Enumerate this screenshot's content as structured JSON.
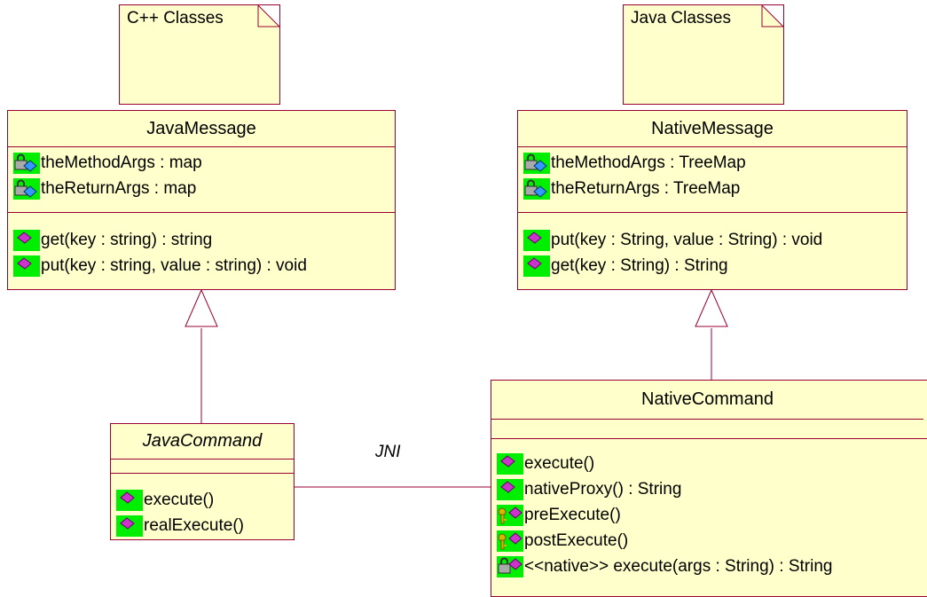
{
  "notes": {
    "cpp": "C++ Classes",
    "java": "Java Classes"
  },
  "association_label": "JNI",
  "java_message": {
    "name": "JavaMessage",
    "attributes": [
      "theMethodArgs : map",
      "theReturnArgs : map"
    ],
    "operations": [
      "get(key : string) : string",
      "put(key : string, value : string) : void"
    ]
  },
  "native_message": {
    "name": "NativeMessage",
    "attributes": [
      "theMethodArgs : TreeMap",
      "theReturnArgs : TreeMap"
    ],
    "operations": [
      "put(key : String, value : String) : void",
      "get(key : String) : String"
    ]
  },
  "java_command": {
    "name": "JavaCommand",
    "operations": [
      "execute()",
      "realExecute()"
    ]
  },
  "native_command": {
    "name": "NativeCommand",
    "operations": [
      "execute()",
      "nativeProxy() : String",
      "preExecute()",
      "postExecute()",
      "<<native>> execute(args : String) : String"
    ]
  },
  "colors": {
    "box_fill": "#ffffcc",
    "box_border": "#990033",
    "icon_bg": "#00ee00",
    "public_icon": "#cc33cc",
    "protected_key": "#d4b800"
  },
  "icons": {
    "private_attribute": "lock-attribute-icon",
    "public_operation": "public-operation-icon",
    "protected_operation": "key-operation-icon",
    "private_operation": "lock-operation-icon"
  }
}
